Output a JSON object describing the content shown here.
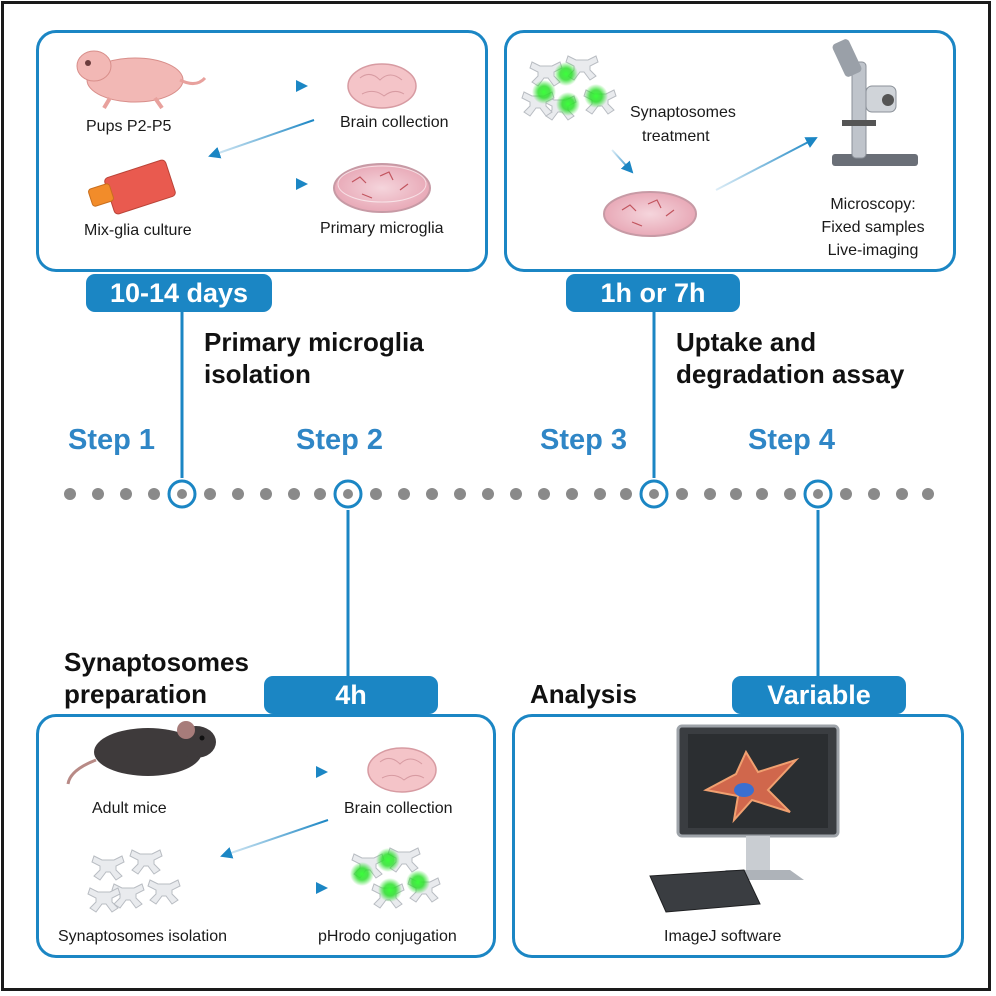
{
  "colors": {
    "accent": "#1b86c4",
    "step_text": "#2f86c6",
    "dots": "#8a8a8a"
  },
  "steps": [
    "Step 1",
    "Step 2",
    "Step 3",
    "Step 4"
  ],
  "panel1": {
    "duration": "10-14 days",
    "title_line1": "Primary microglia",
    "title_line2": "isolation",
    "labels": {
      "pups": "Pups P2-P5",
      "brain": "Brain collection",
      "mix": "Mix-glia culture",
      "primary": "Primary microglia"
    }
  },
  "panel3": {
    "duration": "1h or 7h",
    "title_line1": "Uptake and",
    "title_line2": "degradation assay",
    "labels": {
      "treat1": "Synaptosomes",
      "treat2": "treatment",
      "micro1": "Microscopy:",
      "micro2": "Fixed samples",
      "micro3": "Live-imaging"
    }
  },
  "panel2": {
    "duration": "4h",
    "title_line1": "Synaptosomes",
    "title_line2": "preparation",
    "labels": {
      "mice": "Adult mice",
      "brain": "Brain collection",
      "isolation": "Synaptosomes isolation",
      "conj": "pHrodo conjugation"
    }
  },
  "panel4": {
    "duration": "Variable",
    "title": "Analysis",
    "labels": {
      "software": "ImageJ software"
    }
  },
  "icons": [
    "mouse-pup-icon",
    "brain-icon",
    "flask-icon",
    "petri-dish-icon",
    "synaptosome-icon",
    "microscope-icon",
    "adult-mouse-icon",
    "computer-monitor-icon"
  ]
}
